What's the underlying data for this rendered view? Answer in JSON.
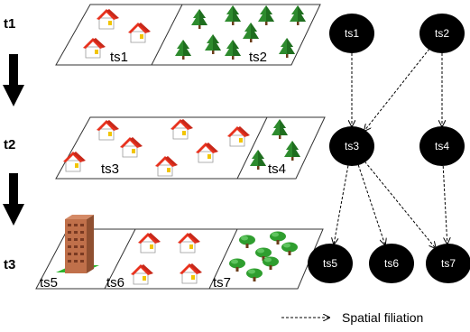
{
  "time_steps": [
    "t1",
    "t2",
    "t3"
  ],
  "regions": {
    "ts1": "ts1",
    "ts2": "ts2",
    "ts3": "ts3",
    "ts4": "ts4",
    "ts5": "ts5",
    "ts6": "ts6",
    "ts7": "ts7"
  },
  "nodes": [
    "ts1",
    "ts2",
    "ts3",
    "ts4",
    "ts5",
    "ts6",
    "ts7"
  ],
  "edges": [
    {
      "from": "ts1",
      "to": "ts3"
    },
    {
      "from": "ts2",
      "to": "ts3"
    },
    {
      "from": "ts2",
      "to": "ts4"
    },
    {
      "from": "ts3",
      "to": "ts5"
    },
    {
      "from": "ts3",
      "to": "ts6"
    },
    {
      "from": "ts3",
      "to": "ts7"
    },
    {
      "from": "ts4",
      "to": "ts7"
    }
  ],
  "legend": {
    "label": "Spatial filiation"
  },
  "colors": {
    "roof": "#e8321e",
    "wall": "#ffffff",
    "tree": "#2e8b2e",
    "node": "#000000",
    "building": "#c0704a"
  }
}
